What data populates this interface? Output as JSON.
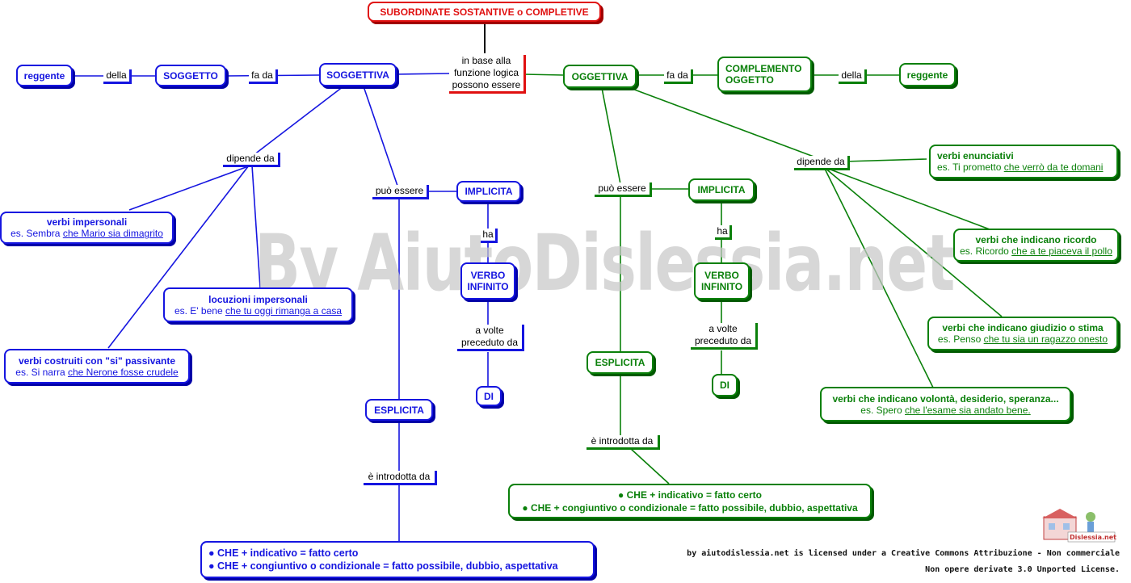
{
  "title": "SUBORDINATE SOSTANTIVE o COMPLETIVE",
  "center_label": "in base alla funzione logica possono essere",
  "left": {
    "reggente": "reggente",
    "della": "della",
    "soggetto": "SOGGETTO",
    "fa_da": "fa da",
    "soggettiva": "SOGGETTIVA",
    "dipende_da": "dipende da",
    "dep1_title": "verbi impersonali",
    "dep1_prefix": "es. Sembra ",
    "dep1_example": "che Mario sia dimagrito",
    "dep2_title": "locuzioni impersonali",
    "dep2_prefix": "es. E' bene ",
    "dep2_example": "che tu oggi rimanga a casa",
    "dep3_title": "verbi costruiti con \"si\" passivante",
    "dep3_prefix": "es. Si narra ",
    "dep3_example": "che Nerone fosse crudele",
    "puo_essere": "può essere",
    "implicita": "IMPLICITA",
    "ha": "ha",
    "verbo_infinito_1": "VERBO",
    "verbo_infinito_2": "INFINITO",
    "a_volte": "a volte preceduto da",
    "di": "DI",
    "esplicita": "ESPLICITA",
    "introdotta": "è introdotta da",
    "che1": "CHE + indicativo = fatto certo",
    "che2": "CHE + congiuntivo o condizionale = fatto possibile, dubbio, aspettativa"
  },
  "right": {
    "oggettiva": "OGGETTIVA",
    "fa_da": "fa da",
    "complemento_1": "COMPLEMENTO",
    "complemento_2": "OGGETTO",
    "della": "della",
    "reggente": "reggente",
    "dipende_da": "dipende da",
    "dep1_title": "verbi enunciativi",
    "dep1_prefix": "es. Ti prometto ",
    "dep1_example": "che verrò da te domani",
    "dep2_title": "verbi che indicano ricordo",
    "dep2_prefix": "es. Ricordo ",
    "dep2_example": "che a te piaceva il pollo",
    "dep3_title": "verbi che indicano giudizio o stima",
    "dep3_prefix": "es. Penso ",
    "dep3_example": "che tu sia un ragazzo onesto",
    "dep4_title": "verbi che indicano volontà, desiderio, speranza...",
    "dep4_prefix": "es. Spero ",
    "dep4_example": "che l'esame sia andato bene.",
    "puo_essere": "può essere",
    "implicita": "IMPLICITA",
    "ha": "ha",
    "verbo_infinito_1": "VERBO",
    "verbo_infinito_2": "INFINITO",
    "a_volte": "a volte preceduto da",
    "di": "DI",
    "esplicita": "ESPLICITA",
    "introdotta": "è introdotta da",
    "che1": "CHE + indicativo = fatto certo",
    "che2": "CHE + congiuntivo o condizionale = fatto possibile, dubbio, aspettativa"
  },
  "watermark": "By AiutoDislessia.net",
  "license_line1": "by aiutodislessia.net is licensed under a Creative Commons Attribuzione - Non commerciale",
  "license_line2": "Non opere derivate 3.0 Unported License.",
  "logo_text": "Dislessia.net",
  "colors": {
    "blue": "#1515e0",
    "green": "#0a800a",
    "red": "#e01010"
  }
}
